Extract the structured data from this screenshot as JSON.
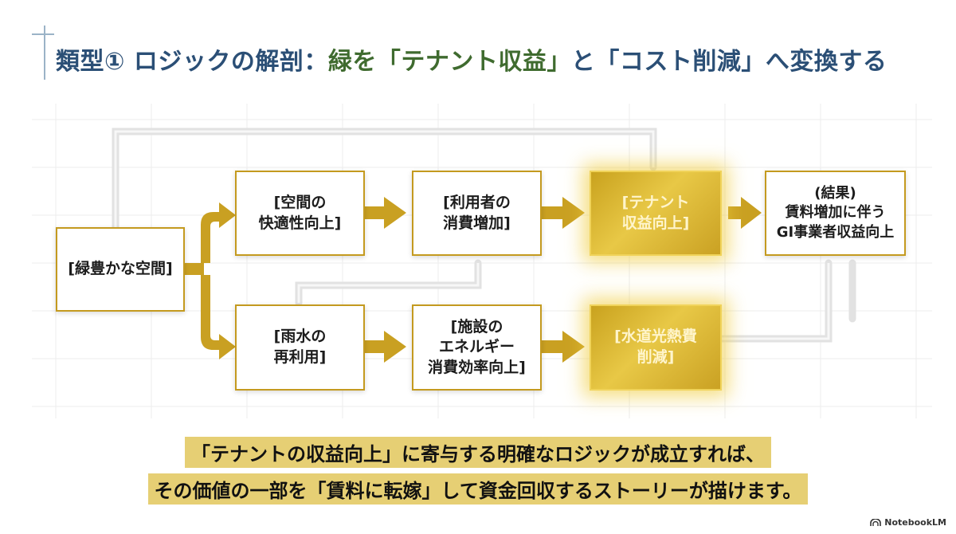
{
  "title": {
    "part1": "類型① ロジックの解剖：",
    "part2": "緑を「テナント収益」",
    "part3": "と",
    "part4": "「コスト削減」",
    "part5": "へ変換する"
  },
  "diagram": {
    "nodes": {
      "green_space": "[緑豊かな空間]",
      "comfort": "[空間の\n快適性向上]",
      "spending": "[利用者の\n消費増加]",
      "tenant_revenue": "[テナント\n収益向上]",
      "result": "(結果)\n賃料増加に伴う\nGI事業者収益向上",
      "rainwater": "[雨水の\n再利用]",
      "efficiency": "[施設の\nエネルギー\n消費効率向上]",
      "utility_cut": "[水道光熱費\n削減]"
    }
  },
  "caption": {
    "line1": "「テナントの収益向上」に寄与する明確なロジックが成立すれば、",
    "line2": "その価値の一部を「賃料に転嫁」して資金回収するストーリーが描けます。"
  },
  "brand": {
    "label": "NotebookLM",
    "icon": "notebooklm-logo-icon"
  },
  "colors": {
    "gold": "#c49a1f",
    "blue": "#2b4f76",
    "green": "#3f6b2f",
    "highlight": "#e6cf74"
  }
}
